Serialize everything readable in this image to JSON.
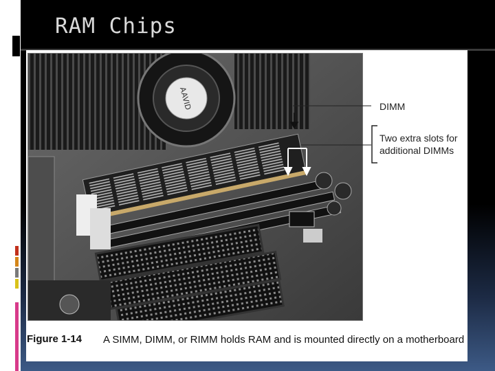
{
  "slide": {
    "title": "RAM Chips"
  },
  "figure": {
    "callouts": [
      {
        "label": "DIMM"
      },
      {
        "label_line1": "Two extra slots for",
        "label_line2": "additional DIMMs"
      }
    ],
    "heatsink_label": "AAVID",
    "number": "Figure 1-14",
    "caption": "A SIMM, DIMM, or RIMM holds RAM and is mounted directly on a motherboard"
  },
  "colors": {
    "accent_bars": [
      "#c2301c",
      "#d4861a",
      "#7a7a7a",
      "#d9c21a",
      "#d83a8a"
    ],
    "title_text": "#d9d9d9"
  }
}
